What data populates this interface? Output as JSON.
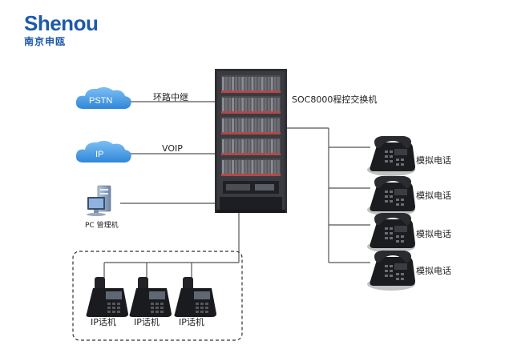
{
  "logo": {
    "brand": "Shenou",
    "brand_cn": "南京申瓯"
  },
  "switch_label": "SOC8000程控交换机",
  "pstn": {
    "cloud_label": "PSTN",
    "link_label": "环路中继"
  },
  "ip": {
    "cloud_label": "IP",
    "link_label": "VOIP"
  },
  "pc": {
    "label": "PC 管理机"
  },
  "analog_phones": [
    {
      "label": "模拟电话"
    },
    {
      "label": "模拟电话"
    },
    {
      "label": "模拟电话"
    },
    {
      "label": "模拟电话"
    }
  ],
  "ip_phones": [
    {
      "label": "IP话机"
    },
    {
      "label": "IP话机"
    },
    {
      "label": "IP话机"
    }
  ],
  "colors": {
    "brand_blue": "#1d5aa8",
    "cloud_blue": "#4a9ee6",
    "rack_dark": "#2e2f33",
    "card_red": "#b44848",
    "line_gray": "#555555"
  }
}
